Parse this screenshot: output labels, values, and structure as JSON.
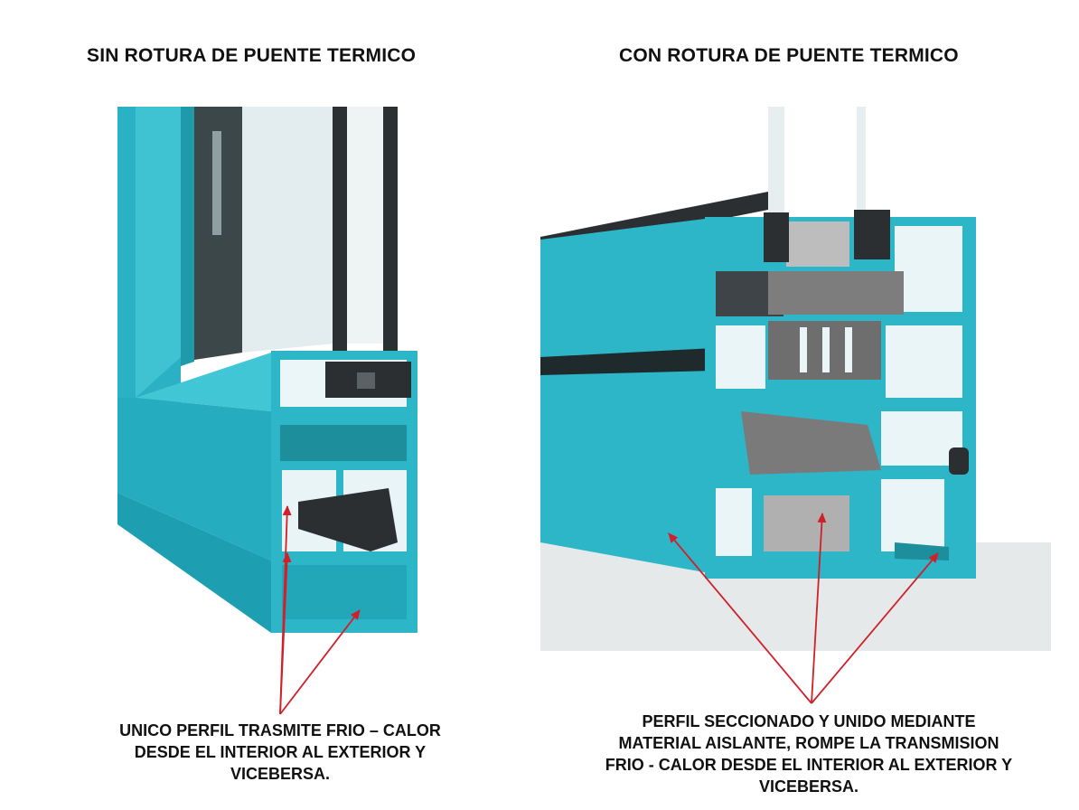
{
  "left_panel": {
    "title": "SIN ROTURA DE PUENTE TERMICO",
    "caption_lines": [
      "UNICO PERFIL TRASMITE FRIO – CALOR",
      "DESDE EL INTERIOR AL EXTERIOR Y",
      "VICEBERSA."
    ]
  },
  "right_panel": {
    "title": "CON ROTURA DE PUENTE TERMICO",
    "caption_lines": [
      "PERFIL SECCIONADO Y UNIDO MEDIANTE",
      "MATERIAL  AISLANTE, ROMPE LA TRANSMISION",
      "FRIO - CALOR DESDE EL INTERIOR AL EXTERIOR Y",
      "VICEBERSA."
    ]
  },
  "colors": {
    "profile": "#2cb6c8",
    "profile_dark": "#1c8e9c",
    "profile_light": "#5fd0dd",
    "gasket": "#2b2f31",
    "insulation": "#7a7a7a",
    "foam": "#b9b9b9",
    "glass": "#dfe9ea",
    "arrow": "#d0202a",
    "background_floor": "#e6e9ea"
  }
}
